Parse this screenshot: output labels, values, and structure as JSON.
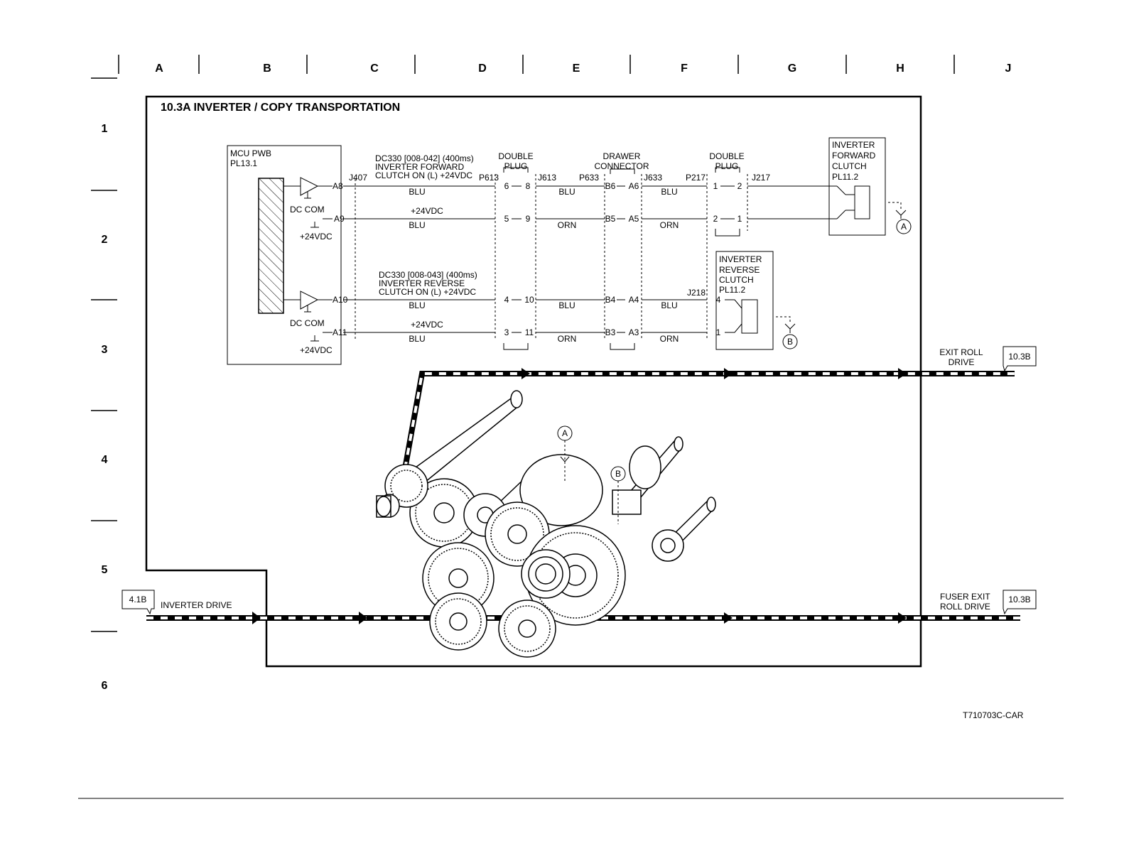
{
  "grid": {
    "columns": [
      "A",
      "B",
      "C",
      "D",
      "E",
      "F",
      "G",
      "H",
      "J"
    ],
    "rows": [
      "1",
      "2",
      "3",
      "4",
      "5",
      "6"
    ]
  },
  "title": "10.3A INVERTER / COPY TRANSPORTATION",
  "mcu": {
    "line1": "MCU PWB",
    "line2": "PL13.1",
    "dc_com": "DC COM",
    "supply": "+24VDC"
  },
  "pins": {
    "a8": "A8",
    "a9": "A9",
    "a10": "A10",
    "a11": "A11"
  },
  "connectors": {
    "j407": "J407",
    "p613": "P613",
    "j613": "J613",
    "p633": "P633",
    "j633": "J633",
    "p217": "P217",
    "j217": "J217",
    "j218": "J218"
  },
  "plug_headers": {
    "double_1": "DOUBLE",
    "plug_1": "PLUG",
    "drawer": "DRAWER",
    "connector": "CONNECTOR",
    "double_2": "DOUBLE",
    "plug_2": "PLUG"
  },
  "signals": {
    "fwd_line1": "DC330 [008-042] (400ms)",
    "fwd_line2": "INVERTER FORWARD",
    "fwd_line3": "CLUTCH ON (L) +24VDC",
    "rev_line1": "DC330 [008-043] (400ms)",
    "rev_line2": "INVERTER REVERSE",
    "rev_line3": "CLUTCH ON (L) +24VDC",
    "vdc": "+24VDC"
  },
  "wire_colors": {
    "blu": "BLU",
    "orn": "ORN"
  },
  "plug_pins": {
    "p6": "6",
    "p8": "8",
    "p5": "5",
    "p9": "9",
    "p4": "4",
    "p10": "10",
    "p3": "3",
    "p11": "11",
    "b6": "B6",
    "a6": "A6",
    "b5": "B5",
    "a5": "A5",
    "b4": "B4",
    "a4": "A4",
    "b3": "B3",
    "a3": "A3",
    "d1": "1",
    "d2": "2",
    "d2b": "2",
    "d1b": "1",
    "r4": "4",
    "r1": "1"
  },
  "fwd_clutch": {
    "line1": "INVERTER",
    "line2": "FORWARD",
    "line3": "CLUTCH",
    "line4": "PL11.2"
  },
  "rev_clutch": {
    "line1": "INVERTER",
    "line2": "REVERSE",
    "line3": "CLUTCH",
    "line4": "PL11.2"
  },
  "markers": {
    "a": "A",
    "b": "B"
  },
  "exit_roll": {
    "line1": "EXIT ROLL",
    "line2": "DRIVE",
    "ref": "10.3B"
  },
  "fuser_exit": {
    "line1": "FUSER EXIT",
    "line2": "ROLL DRIVE",
    "ref": "10.3B"
  },
  "inverter_drive": {
    "label": "INVERTER DRIVE",
    "ref": "4.1B"
  },
  "figure_id": "T710703C-CAR"
}
